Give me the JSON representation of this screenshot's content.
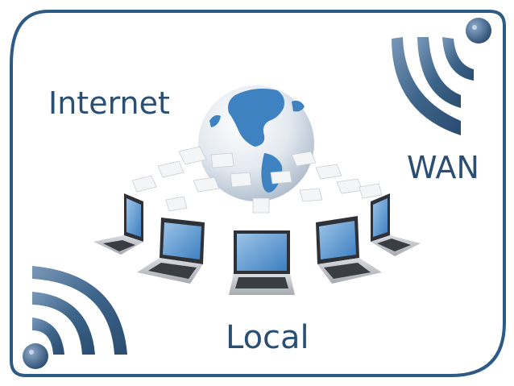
{
  "labels": {
    "internet": "Internet",
    "wan": "WAN",
    "local": "Local"
  },
  "colors": {
    "frame_border": "#2e5a86",
    "label_text": "#2a4f72",
    "wifi_arc": "#33587f",
    "wifi_arc_light": "#6f8fb2",
    "globe_ocean": "#dfe6ee",
    "globe_land": "#3f82c2",
    "laptop_body": "#bfc3c8",
    "laptop_screen": "#3f85c9",
    "keyboard": "#3a3d42",
    "paper": "#f4f5f6"
  },
  "icons": [
    "wifi-signal-icon-top-right",
    "wifi-signal-icon-bottom-left",
    "globe-icon",
    "laptop-icon",
    "paper-sheet-icon"
  ]
}
